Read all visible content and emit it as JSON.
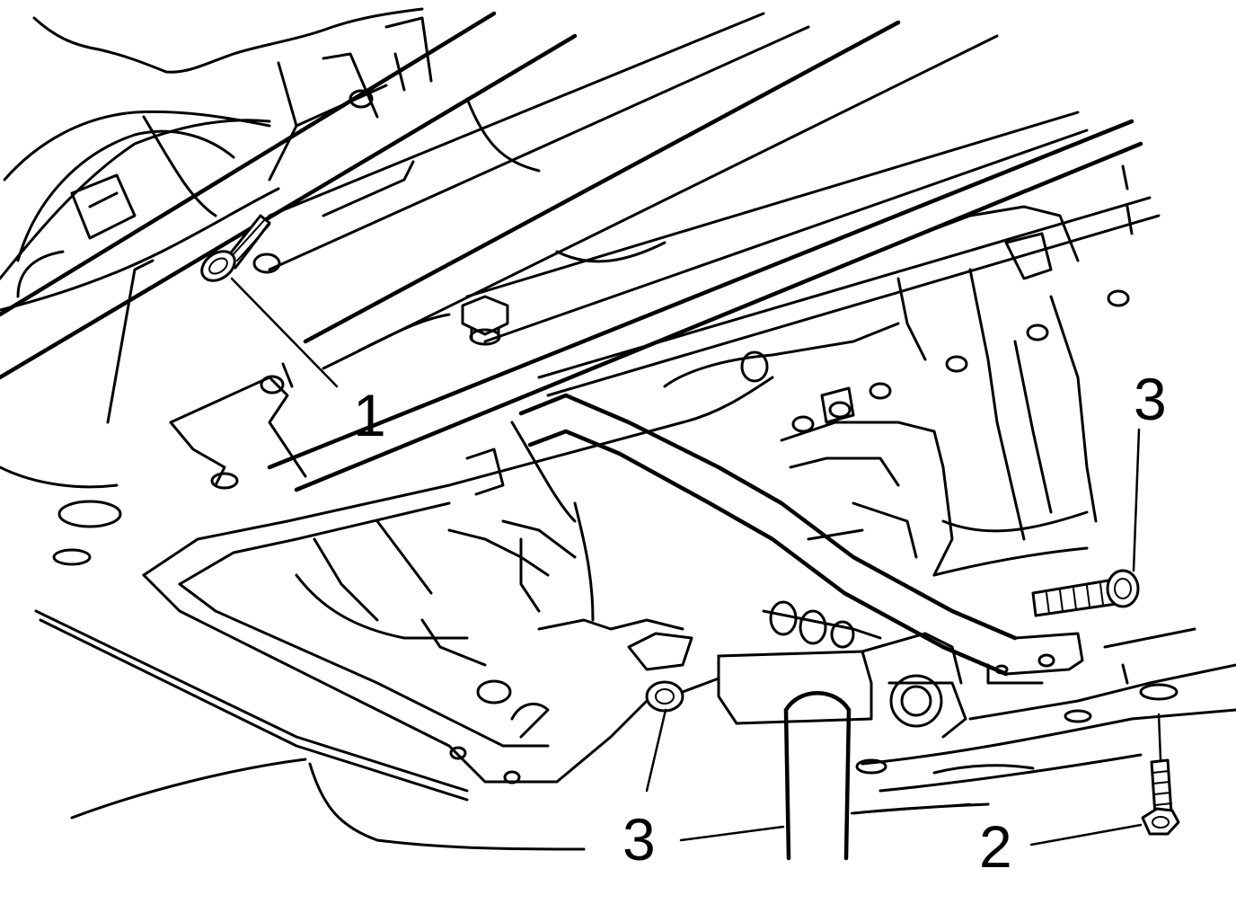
{
  "callouts": [
    {
      "id": "callout-1",
      "label": "1"
    },
    {
      "id": "callout-3-right",
      "label": "3"
    },
    {
      "id": "callout-3-bottom",
      "label": "3"
    },
    {
      "id": "callout-2",
      "label": "2"
    }
  ]
}
